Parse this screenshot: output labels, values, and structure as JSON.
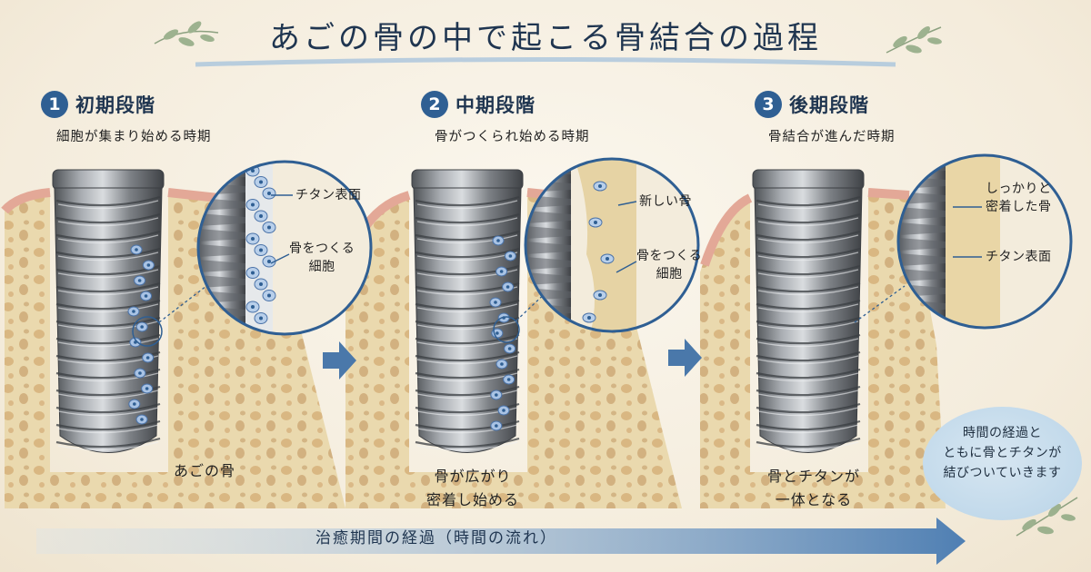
{
  "title": "あごの骨の中で起こる骨結合の過程",
  "stages": [
    {
      "num": "1",
      "title": "初期段階",
      "subtitle": "細胞が集まり始める時期",
      "callouts": [
        "チタン表面",
        "骨をつくる\n細胞"
      ],
      "bottom": "あごの骨"
    },
    {
      "num": "2",
      "title": "中期段階",
      "subtitle": "骨がつくられ始める時期",
      "callouts": [
        "新しい骨",
        "骨をつくる\n細胞"
      ],
      "bottom": "骨が広がり\n密着し始める"
    },
    {
      "num": "3",
      "title": "後期段階",
      "subtitle": "骨結合が進んだ時期",
      "callouts": [
        "しっかりと\n密着した骨",
        "チタン表面"
      ],
      "bottom": "骨とチタンが\n一体となる"
    }
  ],
  "flow_label": "治癒期間の経過（時間の流れ）",
  "note": "時間の経過と\nともに骨とチタンが\n結びついていきます",
  "colors": {
    "accent": "#2f5f93",
    "bone": "#e9d9b0",
    "gum": "#e7b5a8",
    "titanium": "#8a8d92",
    "cell": "#6f9ad0"
  },
  "icons": [
    "leaf-icon",
    "arrow-right-icon"
  ]
}
